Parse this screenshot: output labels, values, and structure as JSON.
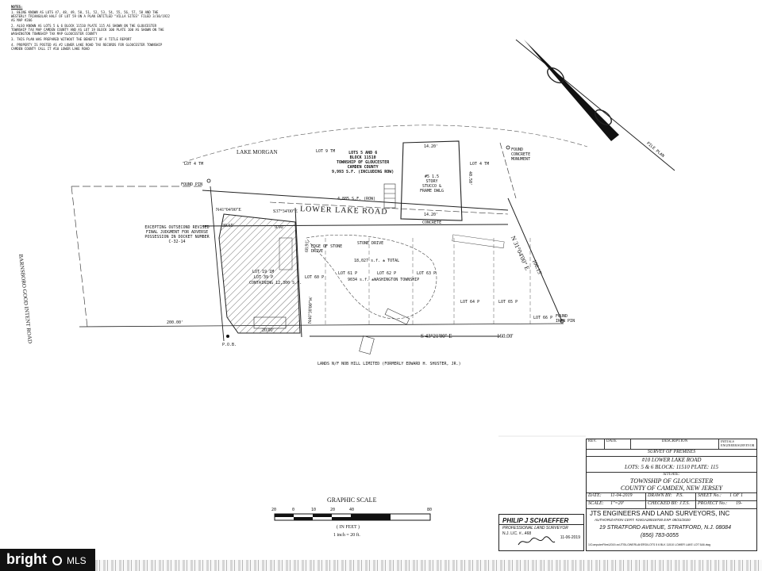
{
  "notes": {
    "heading": "NOTES:",
    "items": [
      "1. BEING KNOWN AS LOTS 47, 48, 49, 50, 51, 52, 53, 54, 55, 56, 57, 58 AND THE WESTERLY TRIANGULAR HALF OF LOT 59 ON A PLAN ENTITLED \"VILLA SITES\" FILED 3/30/1922 AS MAP #206",
      "2. ALSO KNOWN AS LOTS 5 & 6 BLOCK 11510 PLATE 115 AS SHOWN ON THE GLOUCESTER TOWNSHIP TAX MAP CAMDEN COUNTY AND AS LOT 19 BLOCK 100 PLATE 100 AS SHOWN ON THE WASHINGTON TOWNSHIP TAX MAP GLOUCESTER COUNTY",
      "3. THIS PLAN WAS PREPARED WITHOUT THE BENEFIT OF A TITLE REPORT",
      "4. PROPERTY IS POSTED AS #2 LOWER LAKE ROAD TAX RECORDS FOR GLOUCESTER TOWNSHIP CAMDEN COUNTY CALL IT #10 LOWER LAKE ROAD"
    ]
  },
  "plan_labels": {
    "lake_morgan": "LAKE MORGAN",
    "lower_lake_road": "LOWER LAKE ROAD",
    "barnsboro_road": "BARNSBORO GOOD INTENT ROAD",
    "lots_5_6": "LOTS 5 AND 6",
    "block": "BLOCK 11510",
    "township": "TOWNSHIP OF GLOUCESTER",
    "county": "CAMDEN COUNTY",
    "area_incl_row": "9,993 S.F. (INCLUDING ROW)",
    "row_area": "4,885 S.F. (ROW)",
    "total_area": "18,027 s.f. ± TOTAL",
    "washington_area": "9034 s.f. ±WASHINGTON TOWNSHIP",
    "lot19": "LOT 19 1M",
    "lot19b": "LOT 39 P",
    "containing": "CONTAINING 12,300 S.F.",
    "lot60": "LOT 60 P",
    "lot61": "LOT 61 P",
    "lot62": "LOT 62 P",
    "lot63": "LOT 63 P",
    "lot64": "LOT 64 P",
    "lot65": "LOT 65 P",
    "lot66": "LOT 66 P",
    "lot4_left": "LOT 4 TM",
    "lot9": "LOT 9 TM",
    "lot4_right": "LOT 4 TM",
    "edge_stone": "EDGE OF STONE DRIVE",
    "stone_drive": "STONE DRIVE",
    "frame_dwelling": "#5 1.5 STORY STUCCO & FRAME DWLG",
    "found_pin": "FOUND PIN",
    "found_iron_pin": "FOUND IRON PIN",
    "found_monument": "FOUND CONCRETE MONUMENT",
    "concrete": "CONCRETE",
    "pob": "P.O.B.",
    "pile_plan": "PILE PLAN",
    "brg_top": "S37°34'00\"E",
    "brg_lot19": "N41°04'00\"E",
    "brg_right": "N 31°04'00\" E",
    "brg_bottom": "S 43°21'00\" E",
    "dist_bottom": "160.00'",
    "dist_right": "100.15'",
    "dist_a": "39.65'",
    "dist_b": "9.90'",
    "dist_c": "68.91'",
    "dist_d": "20.00'",
    "brg_vert": "N46°38'00\"W",
    "excepting": "EXCEPTING OUTSECOND REVISED FINAL JUDGMENT FOR ADVERSE POSSESSION IN DOCKET NUMBER C-32-14",
    "lands_of": "LANDS N/F NOB HILL LIMITED (FORMERLY EDWARD H. SHUSTER, JR.)",
    "unit_200": "200.00'",
    "d1": "14.20'",
    "d2": "14.20'",
    "d3": "40.50'"
  },
  "graphic_scale": {
    "title": "GRAPHIC SCALE",
    "ticks": [
      "20",
      "0",
      "10",
      "20",
      "40",
      "80"
    ],
    "unit": "( IN FEET )",
    "ratio": "1 inch = 20 ft."
  },
  "title_block": {
    "hdr_rev": "REV.",
    "hdr_date": "DATE",
    "hdr_desc": "DESCRIPTION",
    "hdr_init": "INITIALS ENGINEER/SURVEYOR",
    "survey_of": "SURVEY OF PREMISES",
    "address": "#10 LOWER LAKE ROAD",
    "lots_line": "LOTS: 5 & 6 BLOCK: 11510 PLATE: 115",
    "situate": "SITUATE:",
    "twp": "TOWNSHIP OF GLOUCESTER",
    "county": "COUNTY OF CAMDEN, NEW JERSEY",
    "date_lbl": "DATE:",
    "date_val": "11-04-2019",
    "drawn_lbl": "DRAWN BY:",
    "drawn_val": "P.S.",
    "sheet_lbl": "SHEET No.:",
    "sheet_val": "1 OF 1",
    "scale_lbl": "SCALE:",
    "scale_val": "1\"=20'",
    "checked_lbl": "CHECKED BY:",
    "checked_val": "J.T.S.",
    "project_lbl": "PROJECT No.:",
    "project_val": "19-",
    "company": "JTS ENGINEERS AND LAND SURVEYORS, INC",
    "auth": "AUTHORIZATION CERT. #24GA28018700     EXP. 08/31/2020",
    "street": "19 STRATFORD AVENUE,  STRATFORD, N.J.  08084",
    "phone": "(856) 783-0055",
    "path": "1\\ComputerFiles\\2019-xx\\JTS\\LOWERLAKERD\\LOTS 5 6 BLK 11510 LOWER LAKE LOT 5&6.dwg"
  },
  "stamp": {
    "name": "PHILIP J SCHAEFFER",
    "title": "PROFESSIONAL LAND SURVEYOR",
    "license": "N.J. LIC. #...468",
    "date": "11-06-2019"
  },
  "watermark": {
    "brand": "bright",
    "suffix": "MLS"
  }
}
